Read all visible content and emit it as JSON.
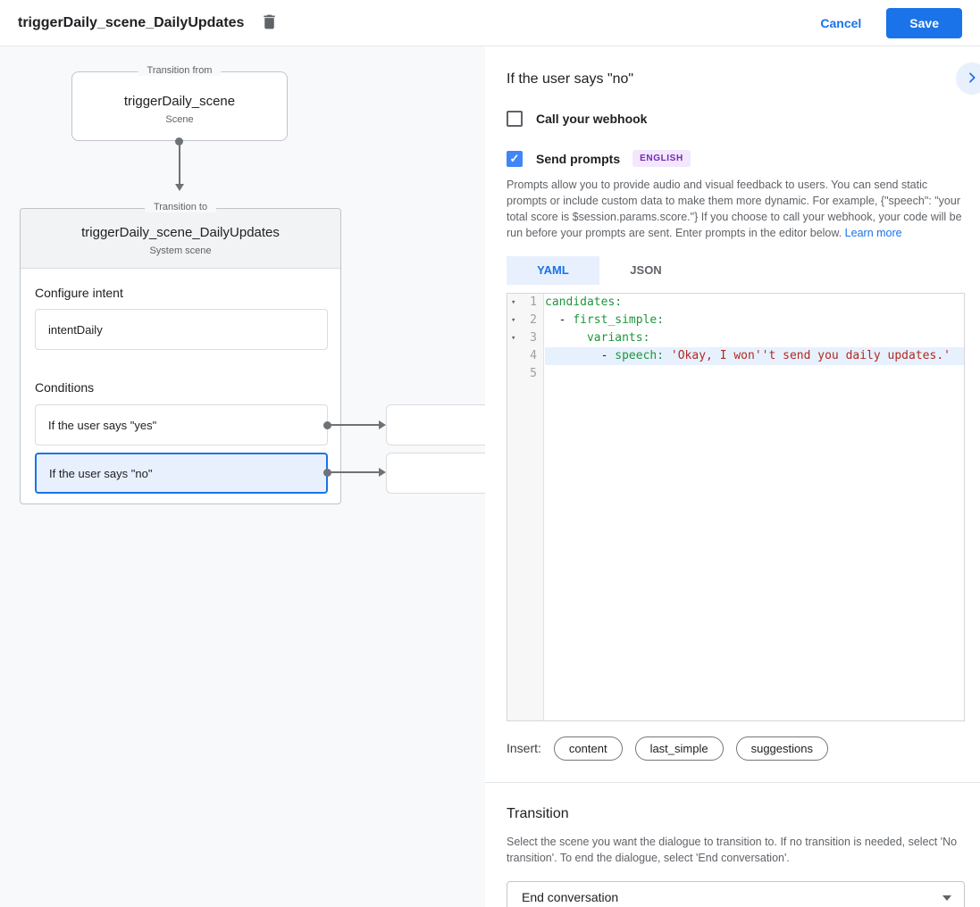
{
  "header": {
    "title": "triggerDaily_scene_DailyUpdates",
    "cancel_label": "Cancel",
    "save_label": "Save"
  },
  "diagram": {
    "from_box": {
      "legend": "Transition from",
      "title": "triggerDaily_scene",
      "subtitle": "Scene"
    },
    "to_box": {
      "legend": "Transition to",
      "title": "triggerDaily_scene_DailyUpdates",
      "subtitle": "System scene",
      "configure_intent_label": "Configure intent",
      "intent_value": "intentDaily",
      "conditions_label": "Conditions",
      "conditions": [
        {
          "label": "If the user says \"yes\"",
          "selected": false
        },
        {
          "label": "If the user says \"no\"",
          "selected": true
        }
      ]
    }
  },
  "panel": {
    "title": "If the user says \"no\"",
    "webhook": {
      "label": "Call your webhook",
      "checked": false
    },
    "prompts": {
      "label": "Send prompts",
      "checked": true,
      "language_badge": "ENGLISH"
    },
    "description": "Prompts allow you to provide audio and visual feedback to users. You can send static prompts or include custom data to make them more dynamic. For example, {\"speech\": \"your total score is $session.params.score.\"} If you choose to call your webhook, your code will be run before your prompts are sent. Enter prompts in the editor below. ",
    "learn_more_label": "Learn more",
    "tabs": [
      {
        "label": "YAML",
        "active": true
      },
      {
        "label": "JSON",
        "active": false
      }
    ],
    "editor": {
      "lines": [
        {
          "num": "1",
          "fold": "▾",
          "seg0": "",
          "key": "candidates:",
          "seg2": "",
          "str": ""
        },
        {
          "num": "2",
          "fold": "▾",
          "seg0": "  - ",
          "key": "first_simple:",
          "seg2": "",
          "str": ""
        },
        {
          "num": "3",
          "fold": "▾",
          "seg0": "      ",
          "key": "variants:",
          "seg2": "",
          "str": ""
        },
        {
          "num": "4",
          "fold": "",
          "seg0": "        - ",
          "key": "speech:",
          "seg2": " ",
          "str": "'Okay, I won''t send you daily updates.'"
        },
        {
          "num": "5",
          "fold": "",
          "seg0": "",
          "key": "",
          "seg2": "",
          "str": ""
        }
      ]
    },
    "insert": {
      "label": "Insert:",
      "chips": [
        "content",
        "last_simple",
        "suggestions"
      ]
    },
    "transition": {
      "title": "Transition",
      "description": "Select the scene you want the dialogue to transition to. If no transition is needed, select 'No transition'. To end the dialogue, select 'End conversation'.",
      "value": "End conversation"
    }
  },
  "icons": {
    "checkmark": "✓",
    "fold": "▾"
  },
  "colors": {
    "accent_blue": "#1a73e8",
    "selected_condition_bg": "#e8f0fe",
    "badge_purple": "#7627bb",
    "code_key_green": "#1e963c",
    "code_string_red": "#b12a21"
  }
}
